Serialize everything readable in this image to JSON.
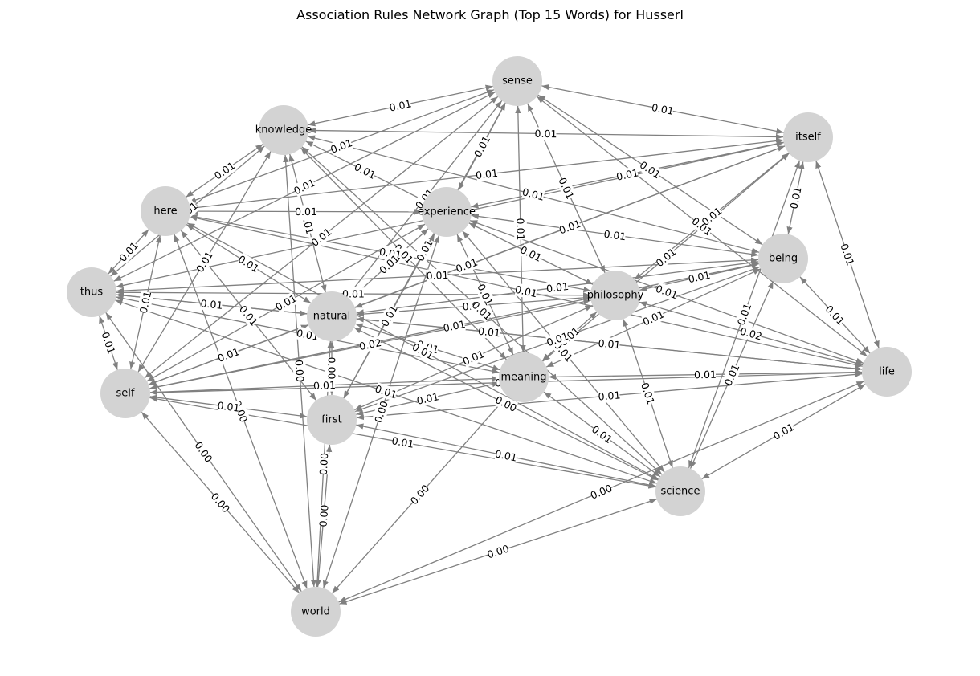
{
  "title": "Association Rules Network Graph (Top 15 Words) for Husserl",
  "colors": {
    "node_fill": "#d3d3d3",
    "edge": "#808080",
    "label_bg": "#ffffff"
  },
  "nodes": [
    {
      "id": "sense",
      "label": "sense"
    },
    {
      "id": "knowledge",
      "label": "knowledge"
    },
    {
      "id": "itself",
      "label": "itself"
    },
    {
      "id": "here",
      "label": "here"
    },
    {
      "id": "experience",
      "label": "experience"
    },
    {
      "id": "being",
      "label": "being"
    },
    {
      "id": "thus",
      "label": "thus"
    },
    {
      "id": "philosophy",
      "label": "philosophy"
    },
    {
      "id": "natural",
      "label": "natural"
    },
    {
      "id": "meaning",
      "label": "meaning"
    },
    {
      "id": "life",
      "label": "life"
    },
    {
      "id": "self",
      "label": "self"
    },
    {
      "id": "first",
      "label": "first"
    },
    {
      "id": "science",
      "label": "science"
    },
    {
      "id": "world",
      "label": "world"
    }
  ],
  "edges": [
    {
      "source": "knowledge",
      "target": "sense",
      "weight": "0.01"
    },
    {
      "source": "itself",
      "target": "sense",
      "weight": "0.01"
    },
    {
      "source": "knowledge",
      "target": "itself",
      "weight": "0.01"
    },
    {
      "source": "here",
      "target": "knowledge",
      "weight": "0.01"
    },
    {
      "source": "thus",
      "target": "here",
      "weight": "0.01"
    },
    {
      "source": "thus",
      "target": "self",
      "weight": "0.01"
    },
    {
      "source": "itself",
      "target": "being",
      "weight": "0.01"
    },
    {
      "source": "itself",
      "target": "life",
      "weight": "0.01"
    },
    {
      "source": "being",
      "target": "life",
      "weight": "0.01"
    },
    {
      "source": "life",
      "target": "science",
      "weight": "0.01"
    },
    {
      "source": "self",
      "target": "world",
      "weight": "0.00"
    },
    {
      "source": "thus",
      "target": "world",
      "weight": "0.00"
    },
    {
      "source": "first",
      "target": "world",
      "weight": "0.00"
    },
    {
      "source": "natural",
      "target": "world",
      "weight": "0.00"
    },
    {
      "source": "science",
      "target": "world",
      "weight": "0.00"
    },
    {
      "source": "life",
      "target": "world",
      "weight": "0.00"
    },
    {
      "source": "meaning",
      "target": "world",
      "weight": "0.00"
    },
    {
      "source": "experience",
      "target": "world",
      "weight": "0.00"
    },
    {
      "source": "here",
      "target": "world",
      "weight": "0.00"
    },
    {
      "source": "knowledge",
      "target": "world",
      "weight": "0.00"
    },
    {
      "source": "self",
      "target": "first",
      "weight": "0.01"
    },
    {
      "source": "first",
      "target": "science",
      "weight": "0.01"
    },
    {
      "source": "meaning",
      "target": "science",
      "weight": "0.01"
    },
    {
      "source": "natural",
      "target": "science",
      "weight": "0.00"
    },
    {
      "source": "self",
      "target": "life",
      "weight": "0.01"
    },
    {
      "source": "self",
      "target": "meaning",
      "weight": "0.01"
    },
    {
      "source": "natural",
      "target": "meaning",
      "weight": "0.01"
    },
    {
      "source": "natural",
      "target": "philosophy",
      "weight": "0.01"
    },
    {
      "source": "thus",
      "target": "natural",
      "weight": "0.01"
    },
    {
      "source": "here",
      "target": "natural",
      "weight": "0.01"
    },
    {
      "source": "knowledge",
      "target": "natural",
      "weight": "0.01"
    },
    {
      "source": "knowledge",
      "target": "experience",
      "weight": "0.01"
    },
    {
      "source": "knowledge",
      "target": "being",
      "weight": "0.01"
    },
    {
      "source": "knowledge",
      "target": "meaning",
      "weight": "0.01"
    },
    {
      "source": "knowledge",
      "target": "self",
      "weight": "0.01"
    },
    {
      "source": "here",
      "target": "experience",
      "weight": "0.01"
    },
    {
      "source": "here",
      "target": "self",
      "weight": "0.01"
    },
    {
      "source": "here",
      "target": "philosophy",
      "weight": "0.01"
    },
    {
      "source": "here",
      "target": "sense",
      "weight": "0.01"
    },
    {
      "source": "here",
      "target": "itself",
      "weight": "0.01"
    },
    {
      "source": "here",
      "target": "first",
      "weight": "0.01"
    },
    {
      "source": "thus",
      "target": "itself",
      "weight": "0.01"
    },
    {
      "source": "thus",
      "target": "philosophy",
      "weight": "0.01"
    },
    {
      "source": "thus",
      "target": "meaning",
      "weight": "0.01"
    },
    {
      "source": "thus",
      "target": "sense",
      "weight": "0.01"
    },
    {
      "source": "thus",
      "target": "being",
      "weight": "0.01"
    },
    {
      "source": "thus",
      "target": "knowledge",
      "weight": "0.01"
    },
    {
      "source": "thus",
      "target": "science",
      "weight": "0.01"
    },
    {
      "source": "experience",
      "target": "sense",
      "weight": "0.01"
    },
    {
      "source": "experience",
      "target": "itself",
      "weight": "0.01"
    },
    {
      "source": "experience",
      "target": "being",
      "weight": "0.01"
    },
    {
      "source": "experience",
      "target": "philosophy",
      "weight": "0.01"
    },
    {
      "source": "experience",
      "target": "meaning",
      "weight": "0.01"
    },
    {
      "source": "experience",
      "target": "life",
      "weight": "0.01"
    },
    {
      "source": "experience",
      "target": "self",
      "weight": "0.01"
    },
    {
      "source": "experience",
      "target": "first",
      "weight": "0.01"
    },
    {
      "source": "experience",
      "target": "natural",
      "weight": "0.01"
    },
    {
      "source": "experience",
      "target": "science",
      "weight": "0.01"
    },
    {
      "source": "sense",
      "target": "being",
      "weight": "0.01"
    },
    {
      "source": "sense",
      "target": "philosophy",
      "weight": "0.01"
    },
    {
      "source": "sense",
      "target": "meaning",
      "weight": "0.01"
    },
    {
      "source": "sense",
      "target": "first",
      "weight": "0.01"
    },
    {
      "source": "sense",
      "target": "natural",
      "weight": "0.01"
    },
    {
      "source": "sense",
      "target": "self",
      "weight": "0.01"
    },
    {
      "source": "sense",
      "target": "life",
      "weight": "0.01"
    },
    {
      "source": "philosophy",
      "target": "being",
      "weight": "0.01"
    },
    {
      "source": "philosophy",
      "target": "itself",
      "weight": "0.01"
    },
    {
      "source": "philosophy",
      "target": "life",
      "weight": "0.02"
    },
    {
      "source": "philosophy",
      "target": "meaning",
      "weight": "0.01"
    },
    {
      "source": "philosophy",
      "target": "science",
      "weight": "0.01"
    },
    {
      "source": "philosophy",
      "target": "first",
      "weight": "0.01"
    },
    {
      "source": "philosophy",
      "target": "self",
      "weight": "0.02"
    },
    {
      "source": "being",
      "target": "natural",
      "weight": "0.01"
    },
    {
      "source": "being",
      "target": "meaning",
      "weight": "0.01"
    },
    {
      "source": "being",
      "target": "science",
      "weight": "0.01"
    },
    {
      "source": "being",
      "target": "self",
      "weight": "0.01"
    },
    {
      "source": "being",
      "target": "first",
      "weight": "0.01"
    },
    {
      "source": "itself",
      "target": "natural",
      "weight": "0.01"
    },
    {
      "source": "itself",
      "target": "meaning",
      "weight": "0.01"
    },
    {
      "source": "itself",
      "target": "self",
      "weight": "0.01"
    },
    {
      "source": "itself",
      "target": "science",
      "weight": "0.01"
    },
    {
      "source": "life",
      "target": "natural",
      "weight": "0.01"
    },
    {
      "source": "life",
      "target": "meaning",
      "weight": "0.01"
    },
    {
      "source": "life",
      "target": "first",
      "weight": "0.01"
    },
    {
      "source": "life",
      "target": "thus",
      "weight": "0.01"
    },
    {
      "source": "life",
      "target": "here",
      "weight": "0.01"
    },
    {
      "source": "meaning",
      "target": "first",
      "weight": "0.01"
    },
    {
      "source": "natural",
      "target": "first",
      "weight": "0.00"
    },
    {
      "source": "natural",
      "target": "self",
      "weight": "0.01"
    },
    {
      "source": "science",
      "target": "self",
      "weight": "0.01"
    },
    {
      "source": "science",
      "target": "here",
      "weight": "0.01"
    },
    {
      "source": "science",
      "target": "knowledge",
      "weight": "0.01"
    }
  ]
}
